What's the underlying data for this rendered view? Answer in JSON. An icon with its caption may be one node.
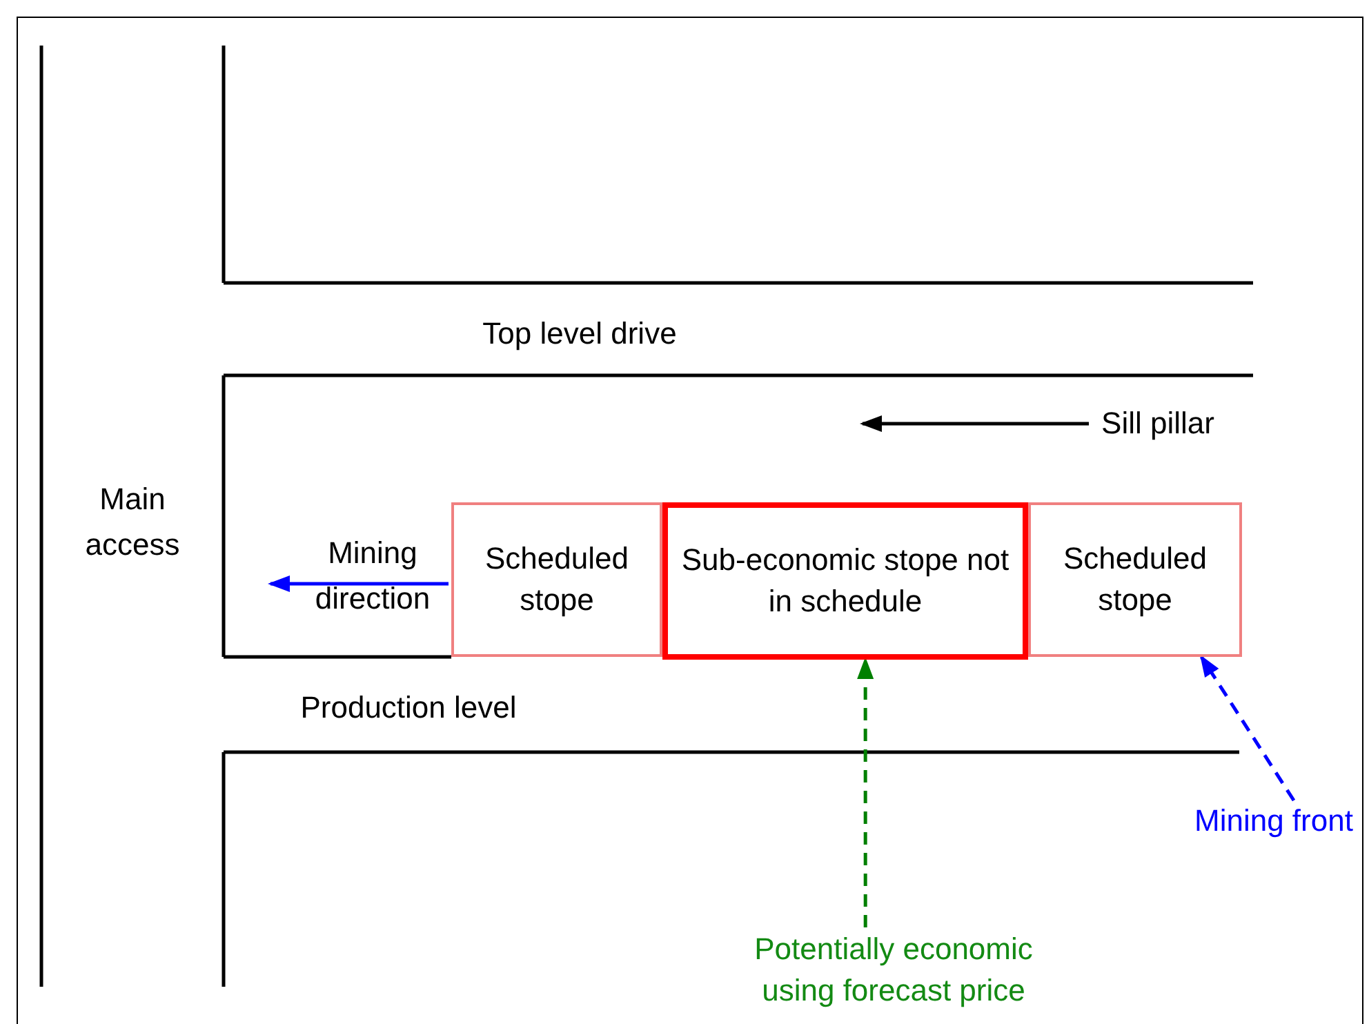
{
  "diagram": {
    "nodes": [
      {
        "text": [
          "Scheduled stope"
        ]
      },
      {
        "text": [
          "Sub-economic stope not in schedule"
        ]
      },
      {
        "text": [
          "Scheduled stope"
        ]
      },
      {
        "text": [
          "Sill pillar"
        ]
      },
      {
        "text": [
          "Potentially economic using forecast price"
        ]
      },
      {
        "text": [
          "Mining front"
        ]
      }
    ],
    "edges": [
      {
        "from": 3,
        "to": null,
        "arrow": "to"
      },
      {
        "from": 4,
        "to": 1,
        "arrow": "to",
        "style": "dashed",
        "color": "#008000"
      },
      {
        "from": 5,
        "to": 2,
        "arrow": "to",
        "style": "dashed",
        "color": "#0000ff"
      }
    ],
    "labels": [
      "Top level drive",
      "Main access",
      "Mining direction",
      "Production level"
    ]
  }
}
